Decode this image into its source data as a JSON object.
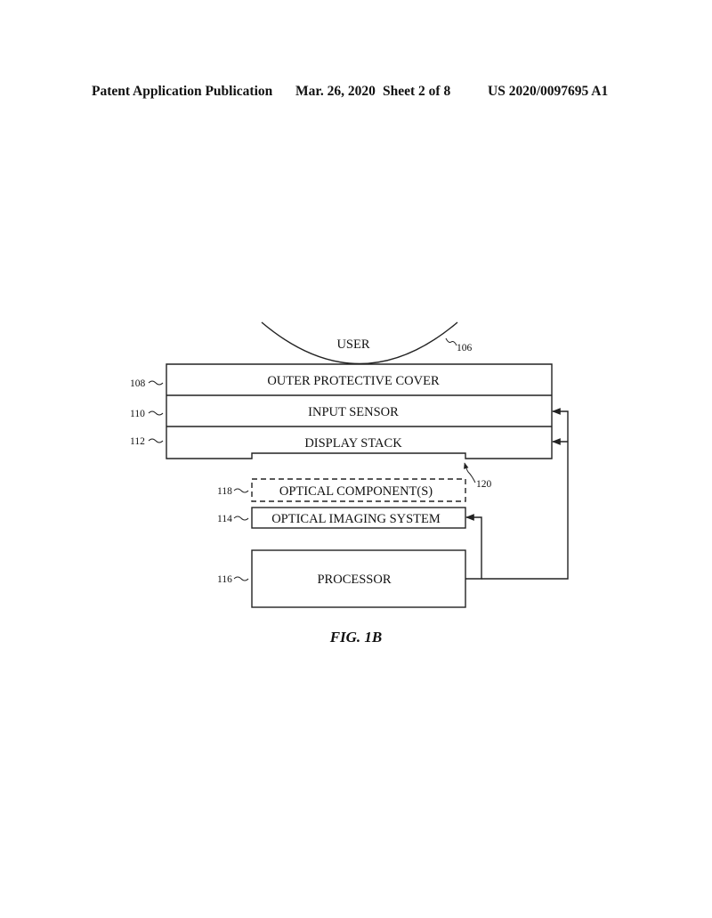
{
  "header": {
    "publication": "Patent Application Publication",
    "date": "Mar. 26, 2020",
    "sheet": "Sheet 2 of 8",
    "number": "US 2020/0097695 A1"
  },
  "diagram": {
    "user": {
      "label": "USER",
      "ref": "106"
    },
    "layers": [
      {
        "label": "OUTER PROTECTIVE COVER",
        "ref": "108"
      },
      {
        "label": "INPUT SENSOR",
        "ref": "110"
      },
      {
        "label": "DISPLAY STACK",
        "ref": "112"
      }
    ],
    "gap_ref": "120",
    "optical_component": {
      "label": "OPTICAL COMPONENT(S)",
      "ref": "118"
    },
    "optical_imaging": {
      "label": "OPTICAL IMAGING SYSTEM",
      "ref": "114"
    },
    "processor": {
      "label": "PROCESSOR",
      "ref": "116"
    }
  },
  "figure": {
    "caption": "FIG. 1B"
  }
}
